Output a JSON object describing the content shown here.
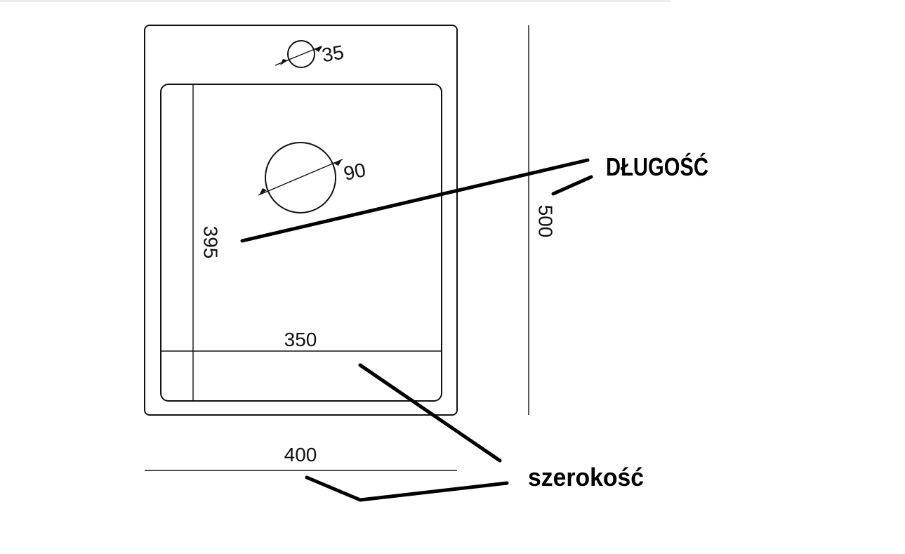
{
  "drawing": {
    "dimensions": {
      "tap_hole": "35",
      "drain": "90",
      "inner_length": "395",
      "outer_length": "500",
      "inner_width": "350",
      "outer_width": "400"
    },
    "callouts": {
      "length": "DŁUGOŚĆ",
      "width": "szerokość"
    },
    "colors": {
      "line": "#111111",
      "background": "#ffffff"
    }
  }
}
